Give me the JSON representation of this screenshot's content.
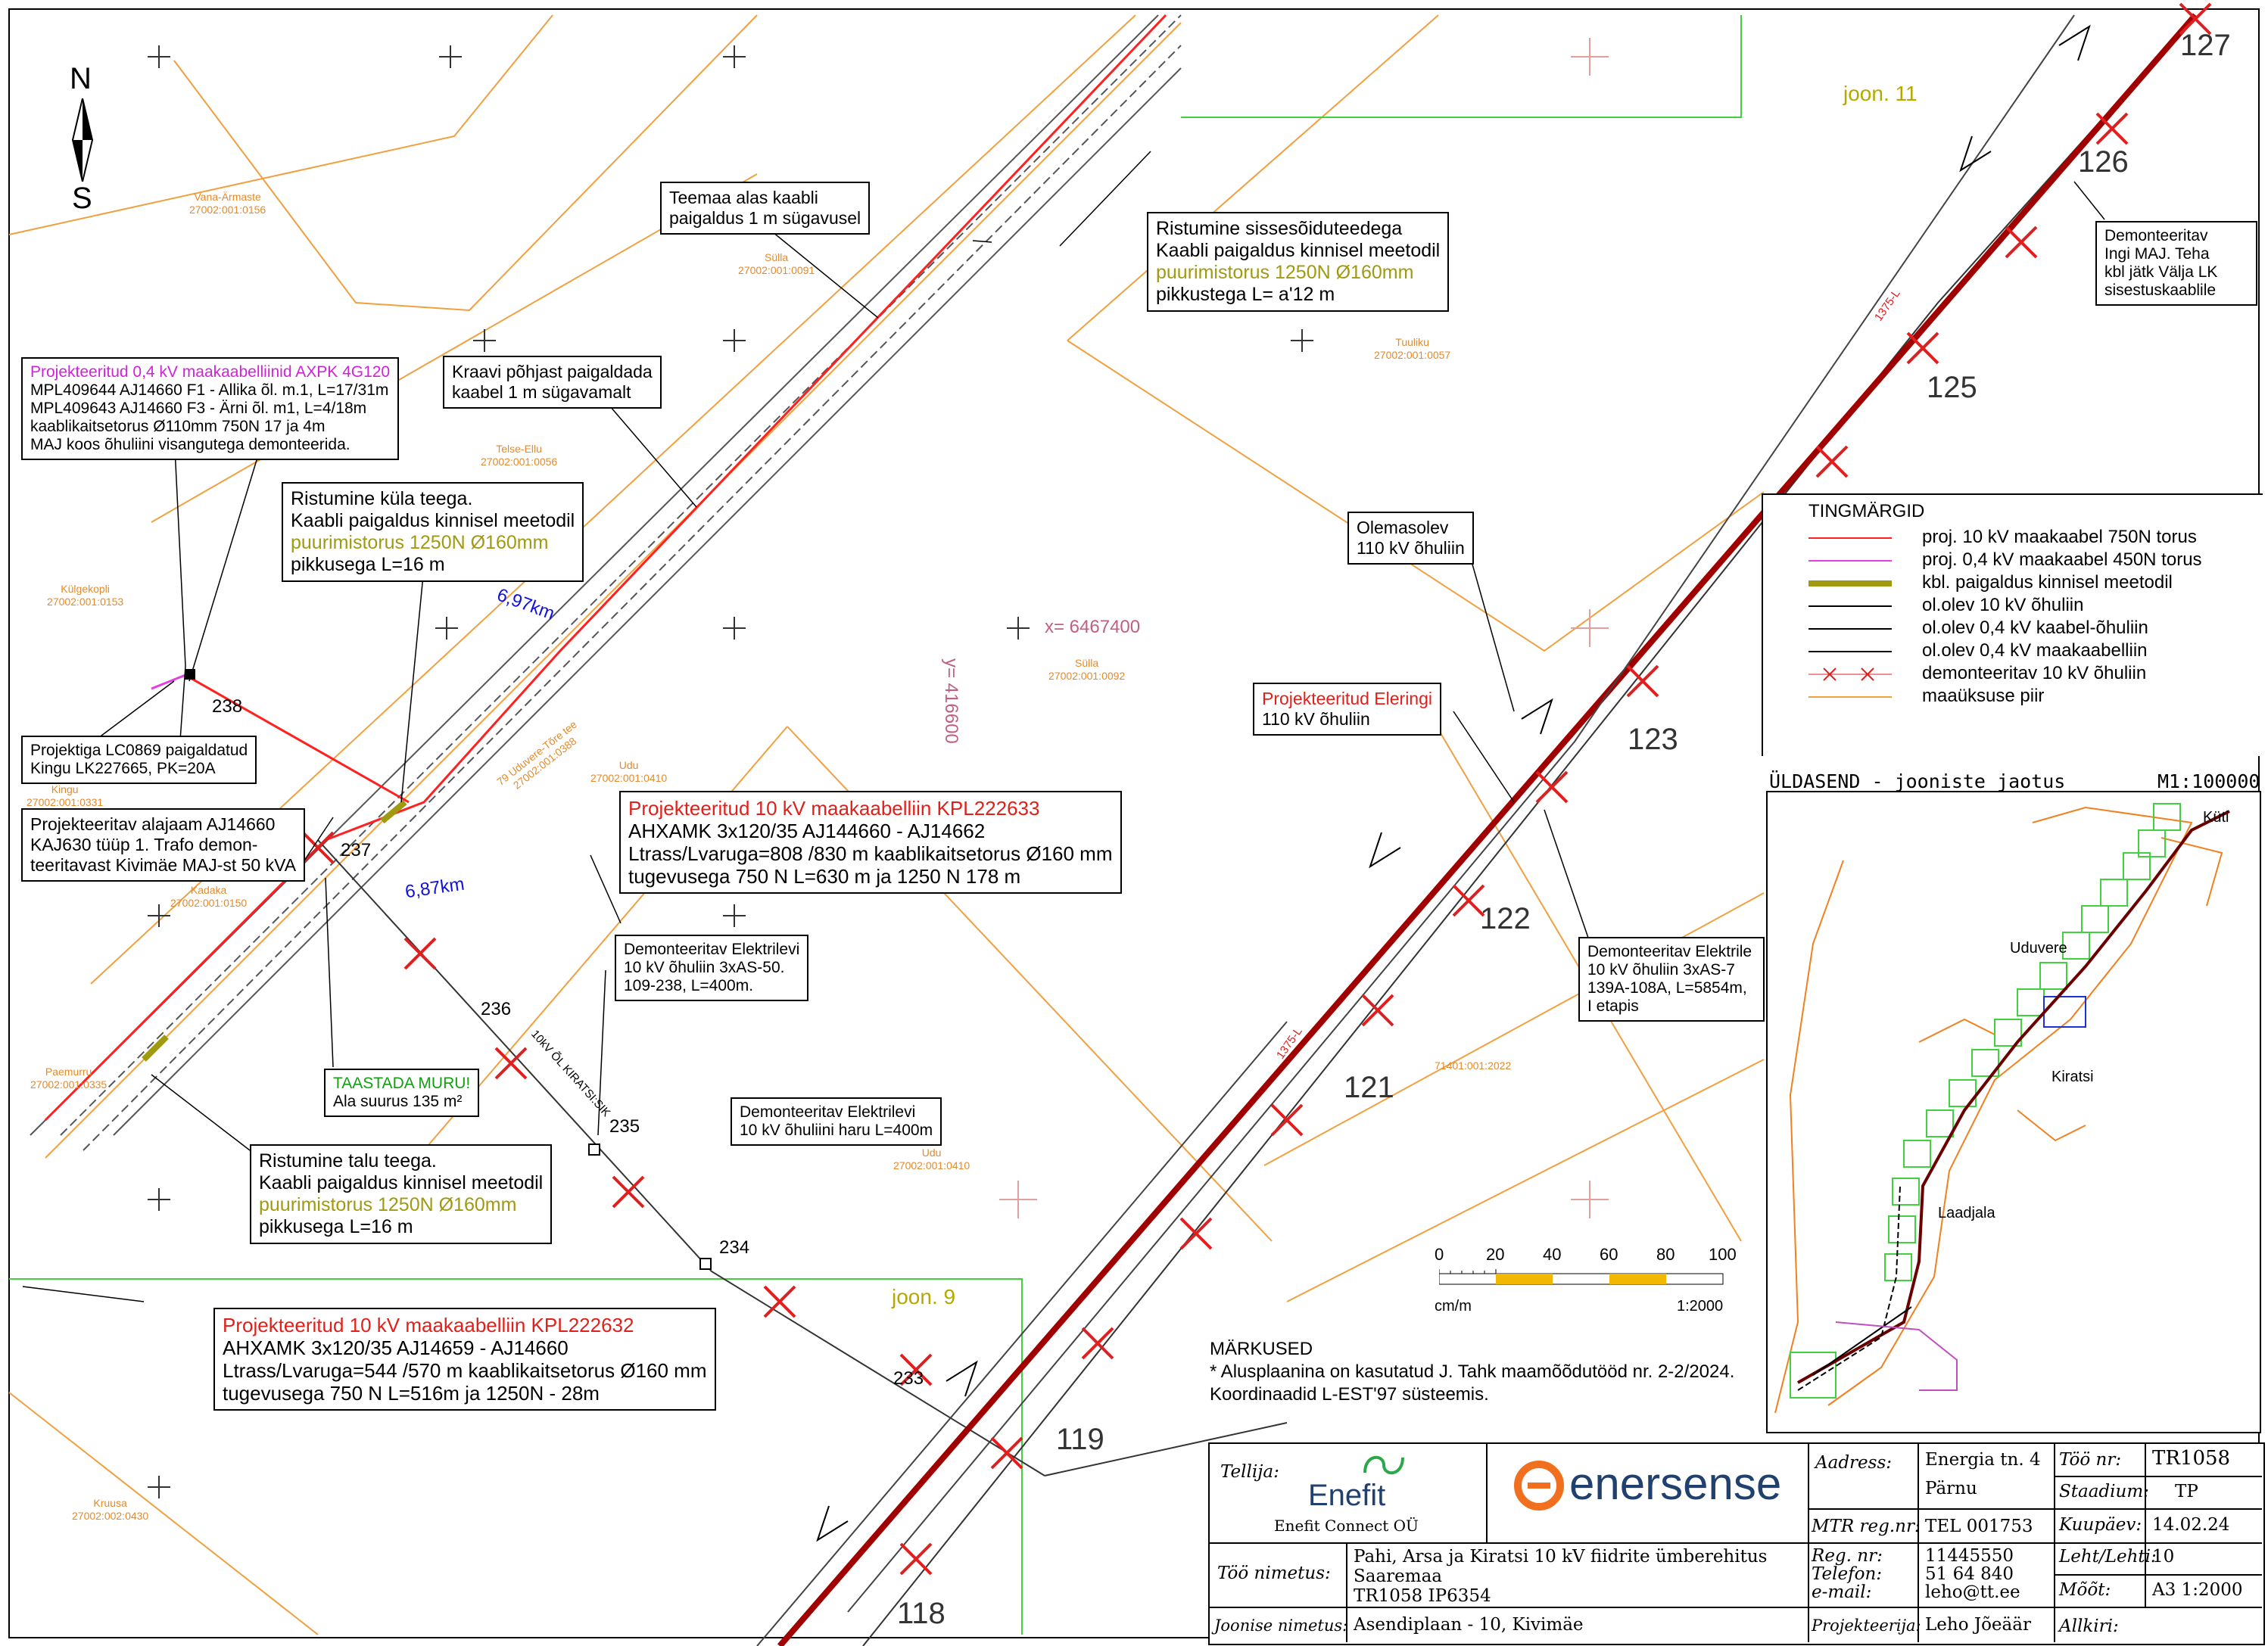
{
  "compass": {
    "north": "N",
    "south": "S"
  },
  "sheet_labels": {
    "joon11": "joon. 11",
    "joon9": "joon. 9"
  },
  "coords": {
    "x_label": "x= 6467400",
    "y_label": "y= 416600"
  },
  "km_marks": [
    "6,97km",
    "6,87km"
  ],
  "poles": [
    "127",
    "126",
    "125",
    "123",
    "122",
    "121",
    "119",
    "118",
    "238",
    "237",
    "236",
    "235",
    "234",
    "233"
  ],
  "line_labels": [
    "10kV ÕL KIRATSI:SIK",
    "1375-L",
    "1375-L"
  ],
  "parcels": [
    {
      "name": "Vana-Ärmaste",
      "code": "27002:001:0156"
    },
    {
      "name": "Sülla",
      "code": "27002:001:0091"
    },
    {
      "name": "Tuuliku",
      "code": "27002:001:0057"
    },
    {
      "name": "Telse-Ellu",
      "code": "27002:001:0056"
    },
    {
      "name": "Külgekopli",
      "code": "27002:001:0153"
    },
    {
      "name": "Sülla",
      "code": "27002:001:0092"
    },
    {
      "name": "Udu",
      "code": "27002:001:0410"
    },
    {
      "name": "Kingu",
      "code": "27002:001:0331"
    },
    {
      "name": "Kadaka",
      "code": "27002:001:0150"
    },
    {
      "name": "Paemurru",
      "code": "27002:001:0335"
    },
    {
      "name": "Udu",
      "code": "27002:001:0410"
    },
    {
      "name": "Kruusa",
      "code": "27002:002:0430"
    },
    {
      "name": "",
      "code": "71401:001:2022"
    },
    {
      "name": "79 Uduvere-Tõre tee",
      "code": "27002:001:0388"
    }
  ],
  "annotations": {
    "a1": {
      "l1": "Projekteeritud 0,4 kV maakaabelliinid AXPK 4G120",
      "l2": "MPL409644 AJ14660 F1 - Allika õl. m.1, L=17/31m",
      "l3": "MPL409643 AJ14660 F3 - Ärni õl. m1, L=4/18m",
      "l4": "kaablikaitsetorus Ø110mm 750N 17 ja 4m",
      "l5": "MAJ koos õhuliini visangutega demonteerida."
    },
    "a2": {
      "l1": "Teemaa alas kaabli",
      "l2": "paigaldus 1 m sügavusel"
    },
    "a3": {
      "l1": "Ristumine sissesõiduteedega",
      "l2": "Kaabli paigaldus kinnisel meetodil",
      "l3": "puurimistorus 1250N Ø160mm",
      "l4": "pikkustega L= a'12 m"
    },
    "a4": {
      "l1": "Kraavi põhjast paigaldada",
      "l2": "kaabel 1 m sügavamalt"
    },
    "a5": {
      "l1": "Ristumine küla teega.",
      "l2": "Kaabli paigaldus kinnisel meetodil",
      "l3": "puurimistorus 1250N Ø160mm",
      "l4": "pikkusega L=16 m"
    },
    "a6": {
      "l1": "Projektiga LC0869 paigaldatud",
      "l2": "Kingu LK227665, PK=20A"
    },
    "a7": {
      "l1": "Projekteeritav alajaam AJ14660",
      "l2": "KAJ630 tüüp 1. Trafo demon-",
      "l3": "teeritavast Kivimäe MAJ-st 50 kVA"
    },
    "a8": {
      "l1": "Projekteeritud 10 kV maakaabelliin KPL222633",
      "l2": "AHXAMK 3x120/35 AJ144660 - AJ14662",
      "l3": "Ltrass/Lvaruga=808 /830 m  kaablikaitsetorus Ø160 mm",
      "l4": "tugevusega 750 N L=630 m ja 1250 N 178 m"
    },
    "a9": {
      "l1": "Demonteeritav Elektrilevi",
      "l2": "10 kV õhuliin 3xAS-50.",
      "l3": "109-238, L=400m."
    },
    "a10": {
      "l1": "TAASTADA MURU!",
      "l2": "Ala suurus 135 m²"
    },
    "a11": {
      "l1": "Demonteeritav Elektrilevi",
      "l2": "10 kV õhuliini haru L=400m"
    },
    "a12": {
      "l1": "Ristumine talu teega.",
      "l2": "Kaabli paigaldus kinnisel meetodil",
      "l3": "puurimistorus 1250N Ø160mm",
      "l4": "pikkusega L=16 m"
    },
    "a13": {
      "l1": "Projekteeritud 10 kV maakaabelliin KPL222632",
      "l2": "AHXAMK 3x120/35  AJ14659 - AJ14660",
      "l3": "Ltrass/Lvaruga=544 /570 m  kaablikaitsetorus Ø160 mm",
      "l4": "tugevusega 750 N L=516m ja 1250N - 28m"
    },
    "a14": {
      "l1": "Olemasolev",
      "l2": "110 kV õhuliin"
    },
    "a15": {
      "l1": "Projekteeritud Eleringi",
      "l2": "110 kV õhuliin"
    },
    "a16": {
      "l1": "Demonteeritav Elektrile",
      "l2": "10 kV õhuliin 3xAS-7",
      "l3": "139A-108A, L=5854m,",
      "l4": "I etapis"
    },
    "a17": {
      "l1": "Demonteeritav",
      "l2": "Ingi MAJ. Teha",
      "l3": "kbl jätk Välja LK",
      "l4": "sisestuskaablile"
    }
  },
  "legend": {
    "title": "TINGMÄRGID",
    "items": [
      {
        "label": "proj. 10 kV maakaabel 750N torus",
        "color": "#ff2020",
        "kind": "line"
      },
      {
        "label": "proj. 0,4 kV maakaabel 450N torus",
        "color": "#e040e0",
        "kind": "line"
      },
      {
        "label": "kbl. paigaldus kinnisel meetodil",
        "color": "#a09a10",
        "kind": "thick"
      },
      {
        "label": "ol.olev 10 kV õhuliin",
        "color": "#000000",
        "kind": "line"
      },
      {
        "label": "ol.olev 0,4 kV kaabel-õhuliin",
        "color": "#000000",
        "kind": "line"
      },
      {
        "label": "ol.olev 0,4 kV maakaabelliin",
        "color": "#000000",
        "kind": "line"
      },
      {
        "label": "demonteeritav 10 kV õhuliin",
        "color": "#e02020",
        "kind": "cross"
      },
      {
        "label": "maaüksuse piir",
        "color": "#f0a040",
        "kind": "line"
      }
    ]
  },
  "overview": {
    "title": "ÜLDASEND - jooniste jaotus",
    "scale": "M1:100000",
    "places": [
      "Küti",
      "Uduvere",
      "Kiratsi",
      "Laadjala"
    ]
  },
  "scalebar": {
    "ticks": [
      "0",
      "20",
      "40",
      "60",
      "80",
      "100"
    ],
    "unit": "cm/m",
    "scale": "1:2000"
  },
  "notes": {
    "title": "MÄRKUSED",
    "l1": "* Alusplaanina on kasutatud J. Tahk maamõõdutööd nr. 2-2/2024.",
    "l2": "Koordinaadid L-EST'97 süsteemis."
  },
  "titleblock": {
    "client_label": "Tellija:",
    "client_name": "Enefit",
    "client_sub": "Enefit Connect OÜ",
    "company": "enersense",
    "address_label": "Aadress:",
    "address_1": "Energia tn. 4",
    "address_2": "Pärnu",
    "mtr_label": "MTR reg.nr:",
    "mtr_value": "TEL 001753",
    "reg_label": "Reg. nr:",
    "reg_value": "11445550",
    "phone_label": "Telefon:",
    "phone_value": "51 64 840",
    "email_label": "e-mail:",
    "email_value": "leho@tt.ee",
    "work_no_label": "Töö nr:",
    "work_no": "TR1058",
    "stage_label": "Staadium:",
    "stage": "TP",
    "date_label": "Kuupäev:",
    "date": "14.02.24",
    "sheet_label": "Leht/Lehti:",
    "sheet": "10",
    "scale_label": "Mõõt:",
    "scale": "A3 1:2000",
    "work_name_label": "Töö nimetus:",
    "work_name_1": "Pahi, Arsa ja Kiratsi 10 kV fiidrite ümberehitus",
    "work_name_2": "Saaremaa",
    "work_name_3": "TR1058 IP6354",
    "drawing_label": "Joonise nimetus:",
    "drawing": "Asendiplaan - 10,  Kivimäe",
    "designer_label": "Projekteerija:",
    "designer": "Leho Jõeäär",
    "sign_label": "Allkiri:"
  },
  "colors": {
    "proj_10kv": "#ff2020",
    "proj_04kv": "#e040e0",
    "closed_method": "#a09a10",
    "parcel": "#f0a040",
    "hv_line": "#a00000",
    "sheet_frame": "#40d040",
    "demolish": "#e02020"
  }
}
